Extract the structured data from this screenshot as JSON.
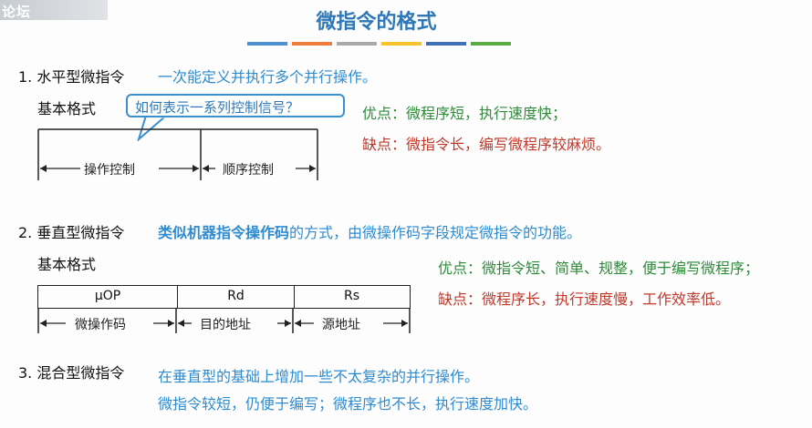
{
  "watermark": "论坛",
  "title": "微指令的格式",
  "deco_colors": [
    "#4f8fd0",
    "#ef7d3a",
    "#a9a9a9",
    "#f7c32e",
    "#3f6fb5",
    "#5cab45"
  ],
  "section1": {
    "heading": "1. 水平型微指令",
    "desc": "一次能定义并执行多个并行操作。",
    "basic_format": "基本格式",
    "bubble": "如何表示一系列控制信号？",
    "pro": "优点：微程序短，执行速度快；",
    "con": "缺点：微指令长，编写微程序较麻烦。",
    "fields": [
      "操作控制",
      "顺序控制"
    ]
  },
  "section2": {
    "heading": "2. 垂直型微指令",
    "desc_bold": "类似机器指令操作码",
    "desc_rest": "的方式，由微操作码字段规定微指令的功能。",
    "basic_format": "基本格式",
    "pro": "优点：微指令短、简单、规整，便于编写微程序；",
    "con": "缺点：微程序长，执行速度慢，工作效率低。",
    "cells": [
      "μOP",
      "Rd",
      "Rs"
    ],
    "fields": [
      "微操作码",
      "目的地址",
      "源地址"
    ]
  },
  "section3": {
    "heading": "3. 混合型微指令",
    "line1": "在垂直型的基础上增加一些不太复杂的并行操作。",
    "line2": "微指令较短，仍便于编写；微程序也不长，执行速度加快。"
  }
}
